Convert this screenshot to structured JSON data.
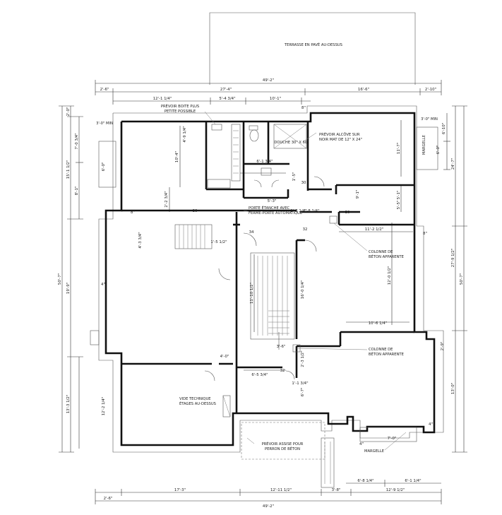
{
  "labels": {
    "terrace": "TERRASSE EN PAVÉ AU-DESSUS",
    "box1": "PRÉVOIR BOITE PLUS",
    "box2": "PETITE POSSIBLE",
    "alcove1": "PRÉVOIR ALCÔVE SUR",
    "alcove2": "NOIR MAT DE 12\" X 24\"",
    "shower": "DOUCHE 30\" X 60\"",
    "door1": "PORTE ÉTANCHE AVEC",
    "door2": "FERME-PORTE AUTOMATIQUE",
    "col1a": "COLONNE DE",
    "col1b": "BÉTON APPARENTE",
    "col2a": "COLONNE DE",
    "col2b": "BÉTON APPARENTE",
    "void1": "VIDE TECHNIQUE",
    "void2": "ÉTAGES AU-DESSUS",
    "base1": "PRÉVOIR ASSISE POUR",
    "base2": "PERRON DE BÉTON",
    "well_top_min": "3'-0\" MIN",
    "well_top": "MARGELLE",
    "well_left_min": "3'-0\" MIN",
    "well_bottom": "MARGELLE"
  },
  "dims": {
    "top_total": "49'-2\"",
    "top_a": "2'-6\"",
    "top_b": "27'-4\"",
    "top_c": "16'-6\"",
    "top_d": "2'-10\"",
    "top_e": "12'-1 1/4\"",
    "top_f": "5'-4 3/4\"",
    "top_g": "10'-1\"",
    "top_h": "8\"",
    "bot_total": "49'-2\"",
    "bot_a": "2'-6\"",
    "bot_b": "17'-3\"",
    "bot_c": "12'-11 1/2\"",
    "bot_d": "3'-8\"",
    "bot_e": "12'-9 1/2\"",
    "bot_f": "6'-8 1/4\"",
    "bot_g": "6'-1 1/4\"",
    "bot_h": "7'-0\"",
    "left_total": "50'-7\"",
    "left_a": "2'-0\"",
    "left_b": "15'-1 1/2\"",
    "left_c": "19'-9\"",
    "left_d": "13'-3 1/2\"",
    "left_e": "7'-0 3/4\"",
    "left_f": "6'-0\"",
    "left_g": "8'-1\"",
    "left_h": "12'-2 1/4\"",
    "right_total": "50'-7\"",
    "right_a": "6'-10\"",
    "right_b": "6'-0\"",
    "right_c": "24'-7\"",
    "right_d": "27'-9 1/2\"",
    "right_e": "13'-0\"",
    "right_f": "2'-9\"",
    "in_a": "10'-4\"",
    "in_b": "4'-9 1/4\"",
    "in_c": "2'-2 3/4\"",
    "in_d": "6'-1 3/4\"",
    "in_e": "5'-3\"",
    "in_f": "11'-7\"",
    "in_g": "5'-1\"",
    "in_h": "5'-5\"",
    "in_i": "11'-2 1/2\"",
    "in_j": "12'-0 1/2\"",
    "in_k": "10'-6 1/4\"",
    "in_l": "11'-10 1/2\"",
    "in_m": "16'-0 1/4\"",
    "in_n": "3'-6\"",
    "in_o": "4'-3 3/4\"",
    "in_p": "1'-5 1/2\"",
    "in_q": "4'-0\"",
    "in_r": "6'-5 3/4\"",
    "in_s": "2'-3 1/2\"",
    "in_t": "1'-1 3/4\"",
    "in_u": "6'-7\"",
    "in_v": "1'-8 1/4\"",
    "in_w": "1'-8 1/4\"",
    "in_x": "9'-1\"",
    "in_y": "1'-5\"",
    "d30a": "30",
    "d30b": "30",
    "d30c": "30",
    "d34": "34",
    "d32a": "32",
    "d32b": "32",
    "d8a": "8\"",
    "d8b": "8\"",
    "d4a": "4\"",
    "d4b": "4\"",
    "d4c": "4\""
  }
}
